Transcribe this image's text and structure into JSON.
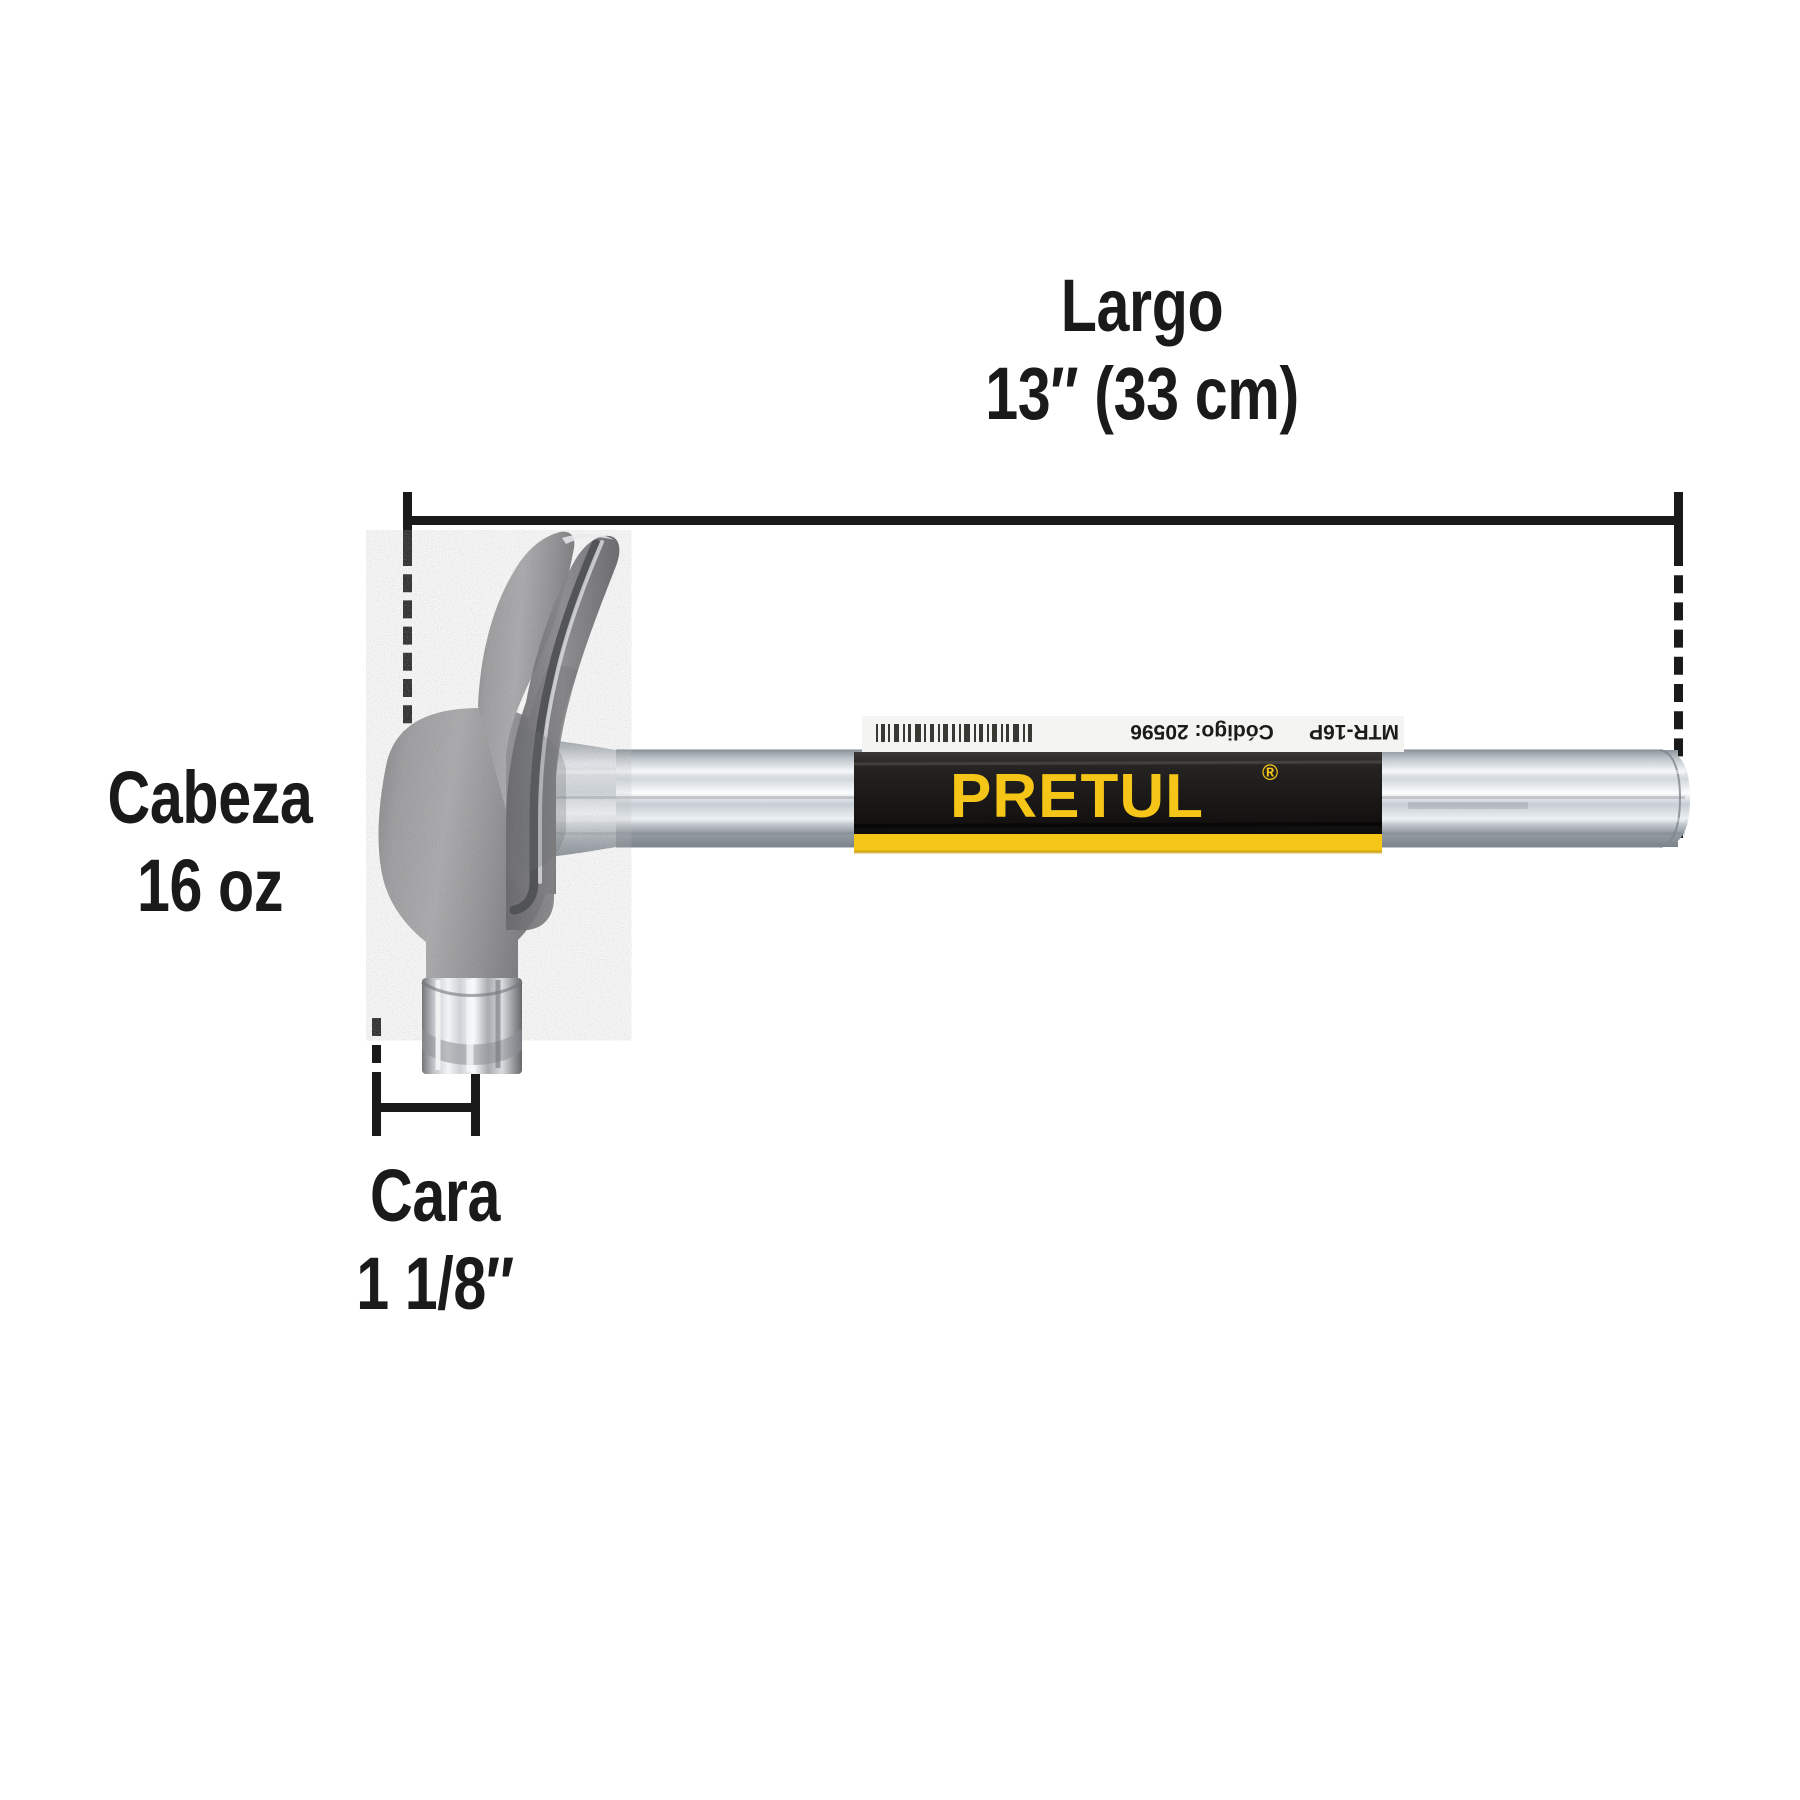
{
  "product": {
    "brand": "PRETUL",
    "brand_mark": "®",
    "model_code": "MTR-16P",
    "catalog_label": "Código: 20596",
    "type": "claw-hammer"
  },
  "annotations": {
    "length": {
      "title": "Largo",
      "value": "13″ (33 cm)"
    },
    "head": {
      "title": "Cabeza",
      "value": "16 oz"
    },
    "face": {
      "title": "Cara",
      "value": "1 1/8″"
    }
  },
  "colors": {
    "background": "#ffffff",
    "ink": "#1a1a1a",
    "label_black": "#1e1c1b",
    "brand_yellow": "#f5c518",
    "head_gray": "#9a9a9c",
    "handle_chrome": "#c9ced3"
  }
}
